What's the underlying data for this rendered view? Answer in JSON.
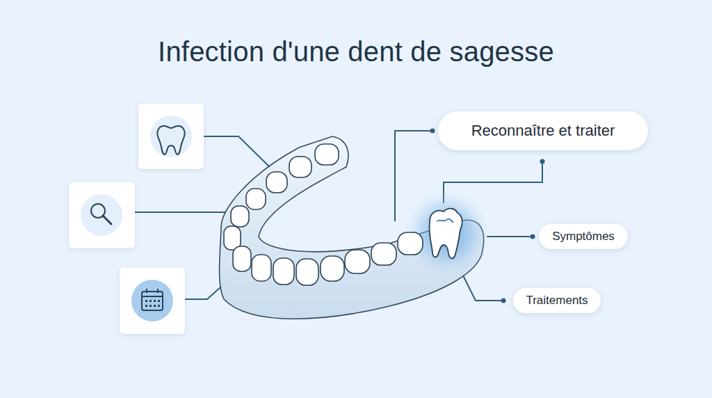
{
  "diagram": {
    "title": "Infection d'une dent de sagesse",
    "nodes": [
      {
        "text": [
          "Reconnaître et traiter"
        ]
      },
      {
        "text": [
          "Symptômes"
        ]
      },
      {
        "text": [
          "Traitements"
        ]
      }
    ]
  }
}
